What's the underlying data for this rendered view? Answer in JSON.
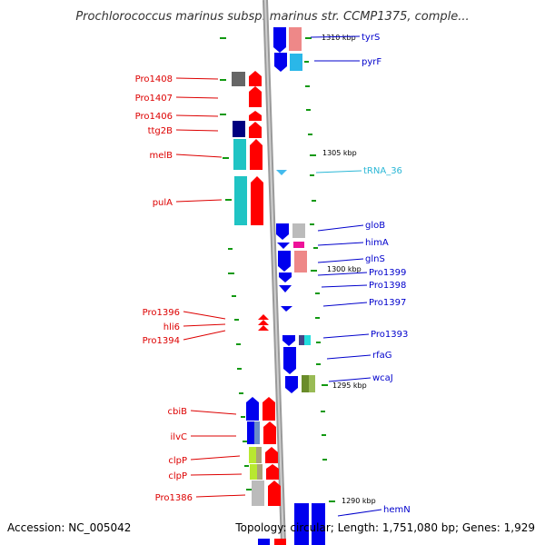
{
  "title": "Prochlorococcus marinus subsp. marinus str. CCMP1375, comple...",
  "footer": {
    "accession": "Accession: NC_005042",
    "stats": "Topology: circular; Length: 1,751,080 bp; Genes: 1,929"
  },
  "ticks": [
    "1310 kbp",
    "1305 kbp",
    "1300 kbp",
    "1295 kbp",
    "1290 kbp"
  ],
  "genes_left": [
    "Pro1408",
    "Pro1407",
    "Pro1406",
    "ttg2B",
    "melB",
    "pulA",
    "Pro1396",
    "hli6",
    "Pro1394",
    "cbiB",
    "ilvC",
    "clpP",
    "clpP",
    "Pro1386"
  ],
  "genes_right": [
    "tyrS",
    "pyrF",
    "tRNA_36",
    "gloB",
    "himA",
    "glnS",
    "Pro1399",
    "Pro1398",
    "Pro1397",
    "Pro1393",
    "rfaG",
    "wcaJ",
    "hemN"
  ],
  "colors": {
    "forward_strand": "#ff0000",
    "reverse_strand": "#0000ee",
    "trna": "#44bbee",
    "backbone": "#888888",
    "tick": "#119911"
  }
}
